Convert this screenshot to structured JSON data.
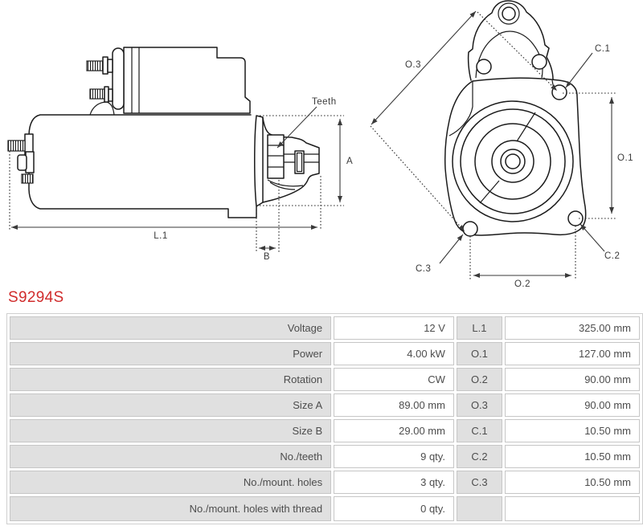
{
  "page": {
    "title": "S9294S",
    "title_color": "#d02c2c"
  },
  "diagrams": {
    "side_view": {
      "teeth_label": "Teeth",
      "dim_a": "A",
      "dim_b": "B",
      "dim_l1": "L.1"
    },
    "front_view": {
      "dim_o3": "O.3",
      "dim_o1": "O.1",
      "dim_o2": "O.2",
      "dim_c1": "C.1",
      "dim_c2": "C.2",
      "dim_c3": "C.3"
    }
  },
  "spec_table": {
    "rows": [
      {
        "label": "Voltage",
        "value": "12 V",
        "dim": "L.1",
        "dim_value": "325.00 mm"
      },
      {
        "label": "Power",
        "value": "4.00 kW",
        "dim": "O.1",
        "dim_value": "127.00 mm"
      },
      {
        "label": "Rotation",
        "value": "CW",
        "dim": "O.2",
        "dim_value": "90.00 mm"
      },
      {
        "label": "Size A",
        "value": "89.00 mm",
        "dim": "O.3",
        "dim_value": "90.00 mm"
      },
      {
        "label": "Size B",
        "value": "29.00 mm",
        "dim": "C.1",
        "dim_value": "10.50 mm"
      },
      {
        "label": "No./teeth",
        "value": "9 qty.",
        "dim": "C.2",
        "dim_value": "10.50 mm"
      },
      {
        "label": "No./mount. holes",
        "value": "3 qty.",
        "dim": "C.3",
        "dim_value": "10.50 mm"
      },
      {
        "label": "No./mount. holes with thread",
        "value": "0 qty.",
        "dim": "",
        "dim_value": ""
      }
    ]
  }
}
